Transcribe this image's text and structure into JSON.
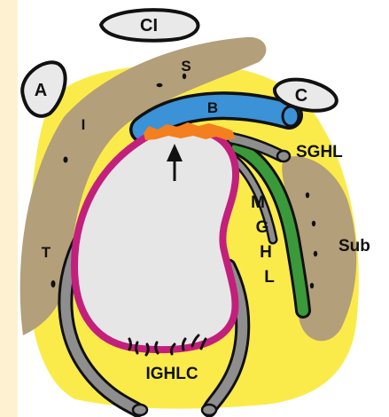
{
  "labels": {
    "coracoid_process": "CI",
    "acromion": "A",
    "clavicle": "C",
    "supraspinatus": "S",
    "infraspinatus": "I",
    "teres_minor": "T",
    "biceps": "B",
    "sghl": "SGHL",
    "mghl_m": "M",
    "mghl_g": "G",
    "mghl_h": "H",
    "mghl_l": "L",
    "subscapularis": "Sub",
    "ighlc": "IGHLC"
  },
  "colors": {
    "background_yellow": "#fbeb4a",
    "muscle_tan": "#b39f79",
    "glenoid_fill": "#e6e6e6",
    "labrum_magenta": "#c2207c",
    "biceps_blue": "#3b92d6",
    "lesion_orange": "#f47f1e",
    "mghl_green": "#3a9a3a",
    "ligament_gray": "#8e8e8e",
    "left_strip": "#fdf1d2"
  }
}
